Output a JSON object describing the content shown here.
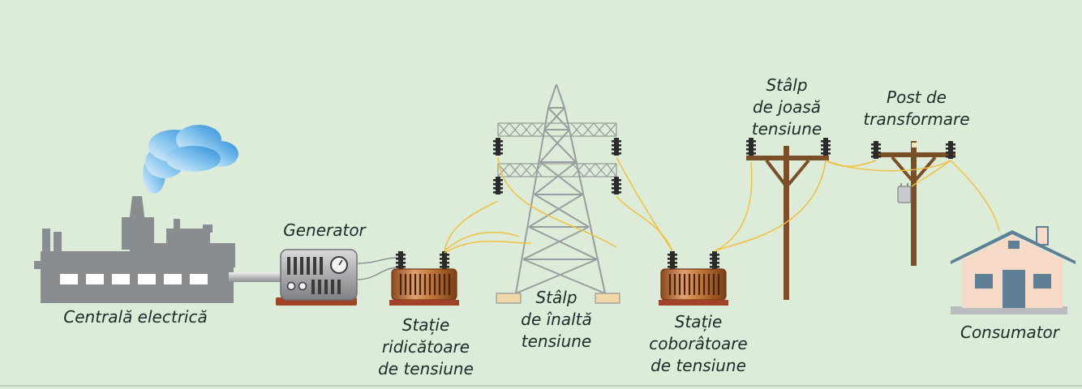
{
  "labels": {
    "power_plant": "Centrală electrică",
    "generator": "Generator",
    "step_up_line1": "Stație",
    "step_up_line2": "ridicătoare",
    "step_up_line3": "de tensiune",
    "hv_pylon_line1": "Stâlp",
    "hv_pylon_line2": "de înaltă",
    "hv_pylon_line3": "tensiune",
    "step_down_line1": "Stație",
    "step_down_line2": "coborâtoare",
    "step_down_line3": "de tensiune",
    "lv_pole_line1": "Stâlp",
    "lv_pole_line2": "de joasă",
    "lv_pole_line3": "tensiune",
    "transformer_post_line1": "Post de",
    "transformer_post_line2": "transformare",
    "consumer": "Consumator"
  },
  "colors": {
    "background": "#dcecd9",
    "factory": "#8a8d90",
    "smoke": "#4aa3df",
    "wire": "#f0c040",
    "transformer": "#b8662c",
    "pole_wood": "#7a4f28",
    "house_wall": "#f6d9c7",
    "house_roof": "#5f7f95"
  }
}
